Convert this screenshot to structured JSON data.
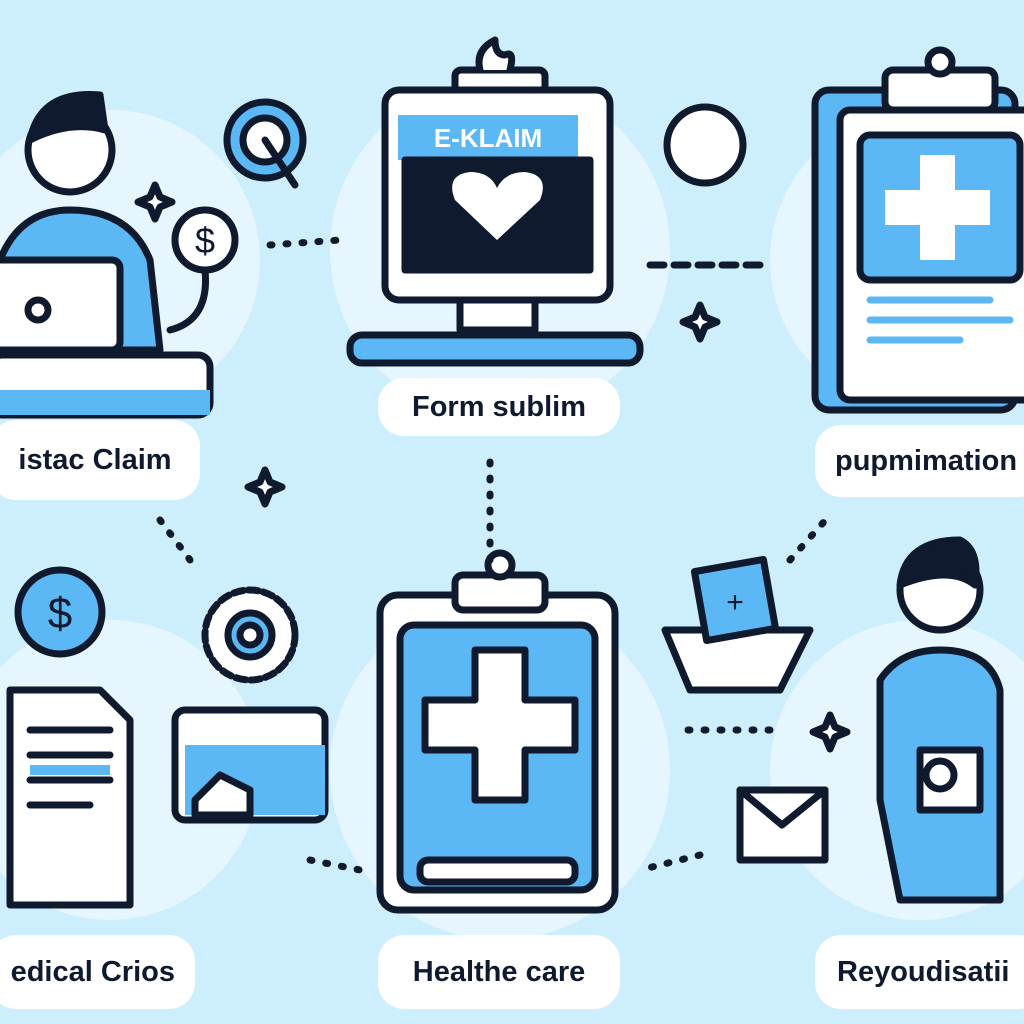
{
  "labels": {
    "top_left": "istac Claim",
    "top_center": "Form sublim",
    "top_right": "pupmimation",
    "bottom_left": "edical Crios",
    "bottom_center": "Healthe care",
    "bottom_right": "Reyoudisatii"
  },
  "monitor": {
    "screen_title": "E-KLAIM"
  },
  "icons": [
    "person-laptop-icon",
    "target-icon",
    "dollar-icon",
    "monitor-heart-icon",
    "clipboard-cross-icon",
    "sparkle-icon",
    "document-icon",
    "id-card-icon",
    "badge-icon",
    "phone-cross-icon",
    "envelope-icon",
    "doctor-icon"
  ],
  "colors": {
    "background": "#cdeefc",
    "accent": "#5bb8f5",
    "stroke": "#0f1a2e",
    "card": "#ffffff"
  }
}
